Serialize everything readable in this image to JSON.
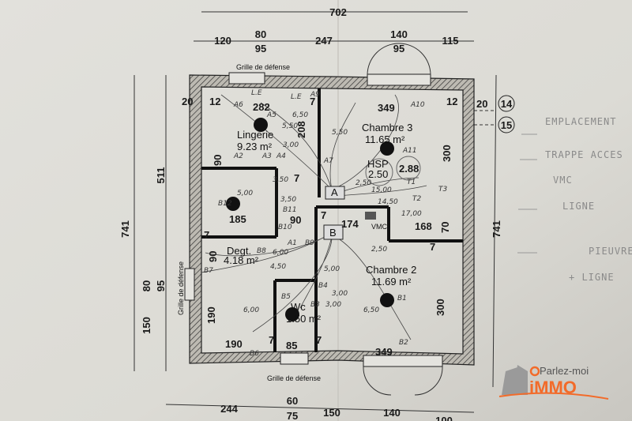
{
  "plan": {
    "dimensions_top": {
      "overall": "702",
      "row1": [
        "120",
        "80",
        "247",
        "140",
        "115"
      ],
      "row2": [
        "95",
        "95"
      ]
    },
    "dimensions_left": {
      "overall": "741",
      "a": "511",
      "b": "80",
      "c": "95",
      "d": "150"
    },
    "dimensions_right": {
      "overall": "741",
      "a": "20"
    },
    "dimensions_bottom": [
      "244",
      "60",
      "75",
      "150",
      "140",
      "100"
    ],
    "window_labels": {
      "top": "Grille de défense",
      "left": "Grille de défense",
      "bottom": "Grille de défense"
    },
    "rooms": [
      {
        "name": "Lingerie",
        "area": "9.23 m²"
      },
      {
        "name": "Chambre 3",
        "area": "11.65 m²"
      },
      {
        "name": "Degt.",
        "area": "4.18 m²"
      },
      {
        "name": "Chambre 2",
        "area": "11.69 m²"
      },
      {
        "name": "Wc",
        "area": "1.50 m²"
      }
    ],
    "inner_dims": [
      "12",
      "282",
      "7",
      "349",
      "12",
      "20",
      "208",
      "90",
      "300",
      "185",
      "90",
      "174",
      "168",
      "70",
      "7",
      "7",
      "90",
      "190",
      "190",
      "7",
      "85",
      "7",
      "349",
      "300",
      "7",
      "7",
      "2.88"
    ],
    "hsp": {
      "label": "HSP",
      "value": "2.50"
    },
    "boxes": {
      "a": "A",
      "b": "B",
      "vmc": "VMC"
    },
    "circuit_labels": [
      "A5",
      "A6",
      "A9",
      "A10",
      "A11",
      "A2",
      "A3",
      "A4",
      "A7",
      "B12",
      "B11",
      "B10",
      "A1",
      "B9",
      "B8",
      "B7",
      "B4",
      "B5",
      "B3",
      "B1",
      "B2",
      "B6",
      "T1",
      "T2",
      "T3",
      "L.E",
      "L.E"
    ],
    "wire_lengths": [
      "5,50",
      "6,50",
      "5,50",
      "3,00",
      "3,50",
      "3,50",
      "2,50",
      "15,00",
      "14,50",
      "17,00",
      "5,00",
      "6,00",
      "4,50",
      "5,00",
      "3,00",
      "3,00",
      "6,50",
      "2,50",
      "6,00"
    ],
    "callouts": [
      "14",
      "15"
    ]
  },
  "notes": [
    "EMPLACEMENT",
    "TRAPPE ACCES",
    "VMC",
    "LIGNE",
    "PIEUVRE",
    "+ LIGNE"
  ],
  "watermark": {
    "line1": "Parlez-moi",
    "line2": "iMMO",
    "accent": "#f26b2a"
  }
}
